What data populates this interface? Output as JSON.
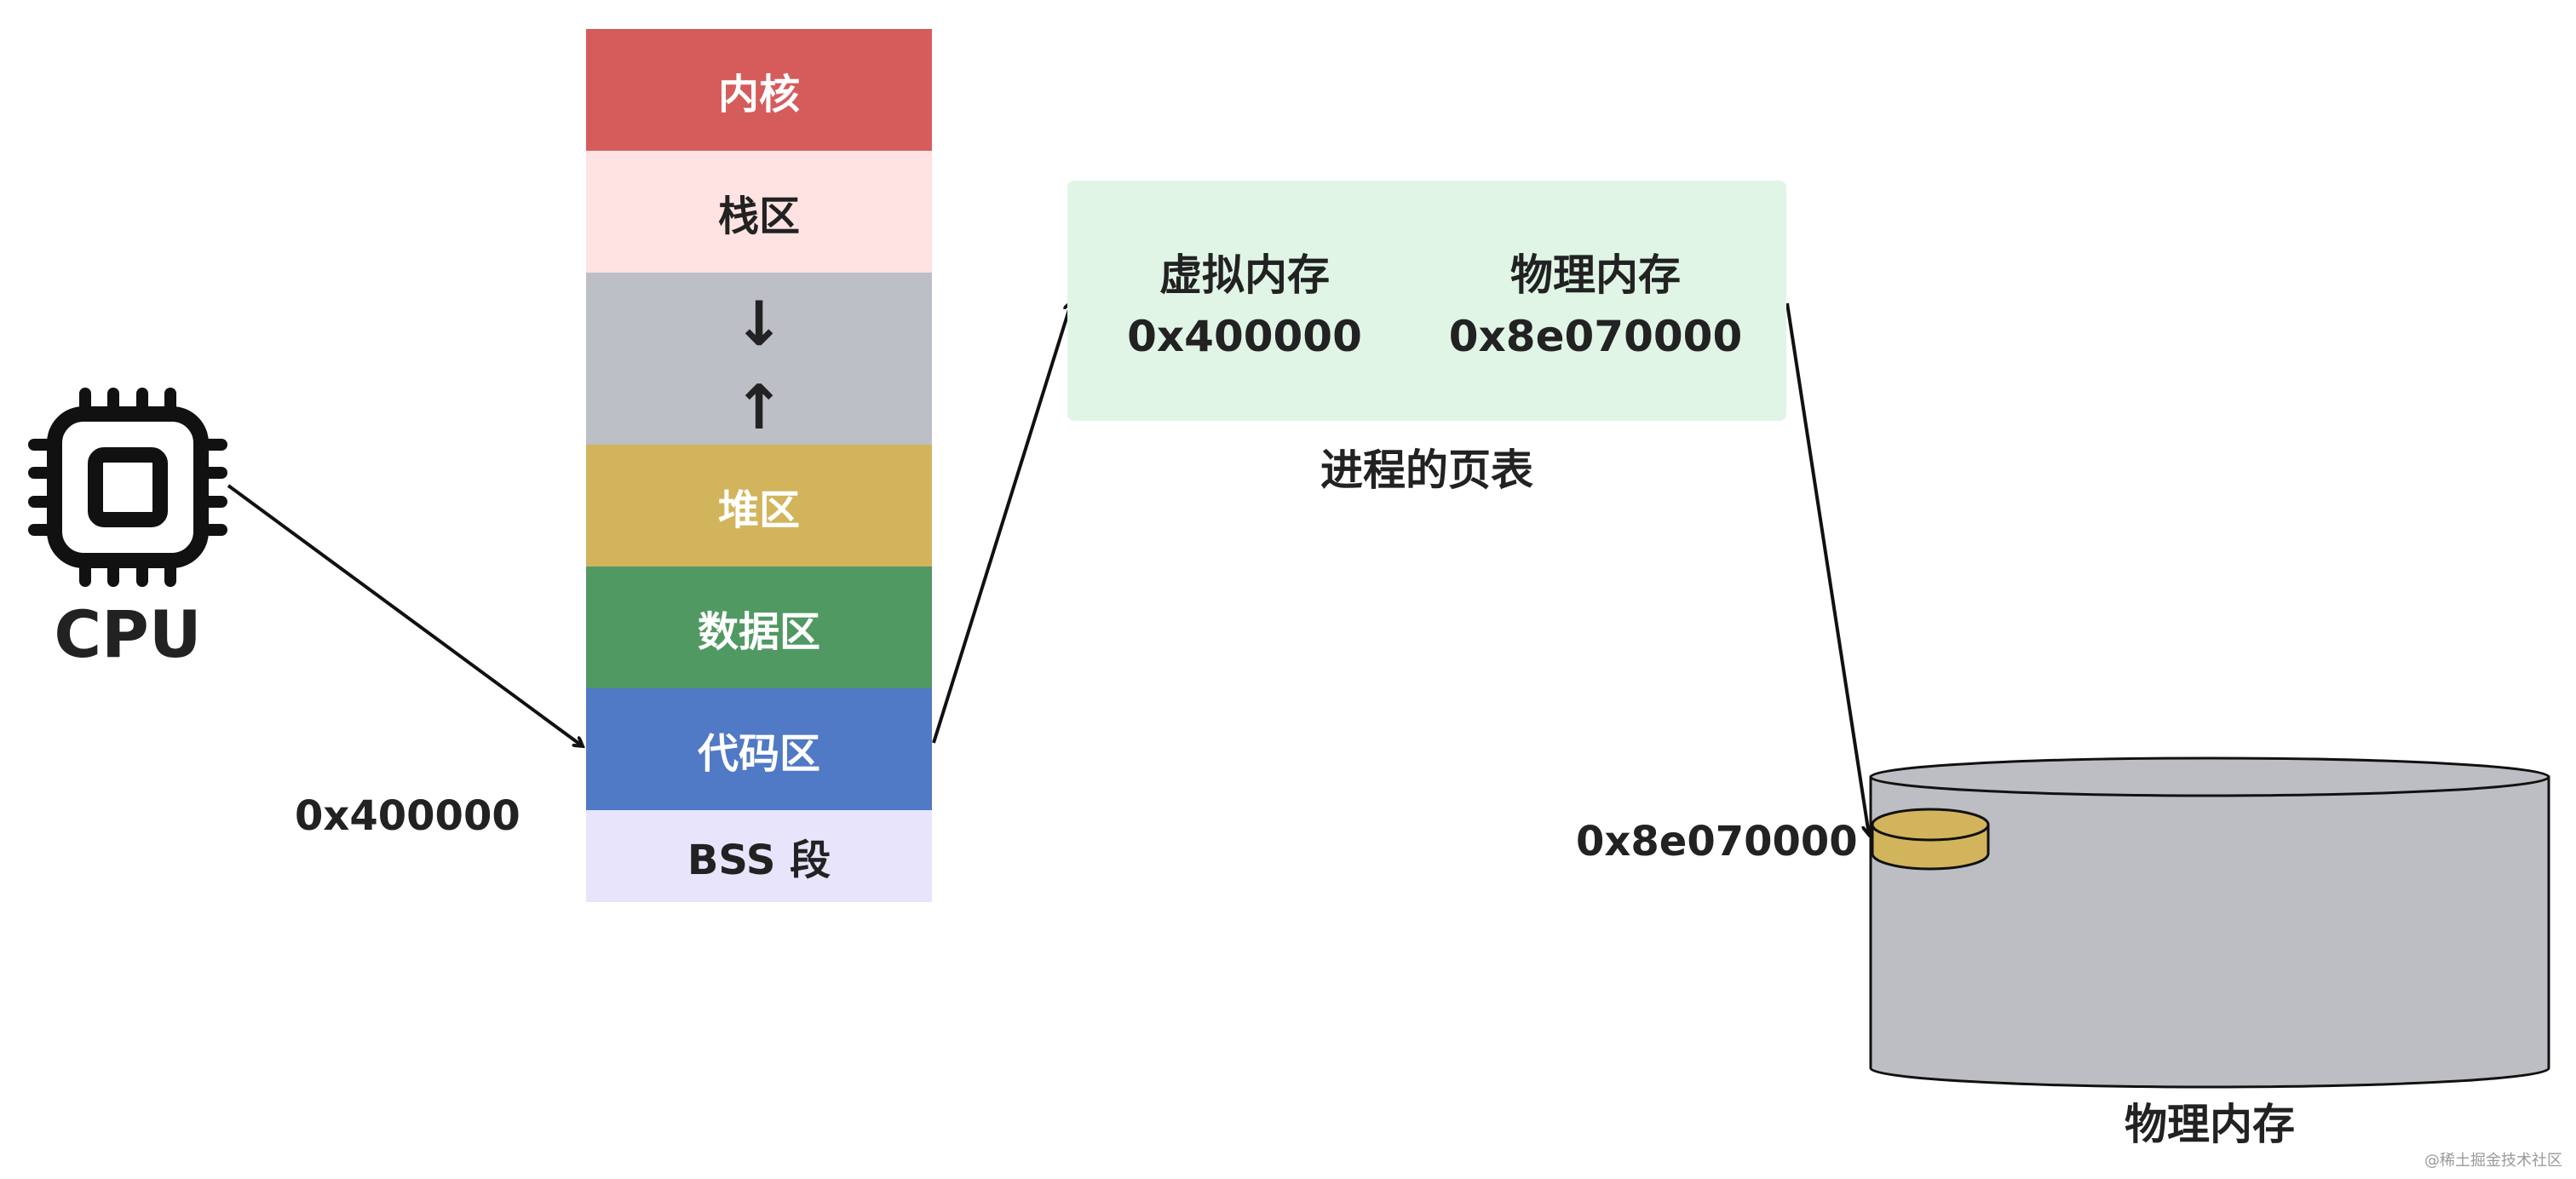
{
  "cpu": {
    "label": "CPU",
    "icon": "cpu-chip-icon"
  },
  "memory_segments": [
    {
      "name": "kernel",
      "label": "内核",
      "color": "#D65C5C",
      "text_color": "#ffffff"
    },
    {
      "name": "stack",
      "label": "栈区",
      "color": "#FFE3E3",
      "text_color": "#222222"
    },
    {
      "name": "gap",
      "label": "",
      "color": "#BCBFC5",
      "text_color": "#222222",
      "arrow_down": "↓",
      "arrow_up": "↑"
    },
    {
      "name": "heap",
      "label": "堆区",
      "color": "#D2B45C",
      "text_color": "#ffffff"
    },
    {
      "name": "data",
      "label": "数据区",
      "color": "#519963",
      "text_color": "#ffffff"
    },
    {
      "name": "code",
      "label": "代码区",
      "color": "#5079C6",
      "text_color": "#ffffff"
    },
    {
      "name": "bss",
      "label": "BSS 段",
      "color": "#E8E4FB",
      "text_color": "#222222"
    }
  ],
  "virtual_address": "0x400000",
  "page_table": {
    "caption": "进程的页表",
    "background": "#E0F5E6",
    "virtual": {
      "header": "虚拟内存",
      "value": "0x400000"
    },
    "physical": {
      "header": "物理内存",
      "value": "0x8e070000"
    }
  },
  "physical_memory": {
    "label": "物理内存",
    "address": "0x8e070000",
    "disk_color": "#BCBEC3",
    "block_color": "#D2B45C"
  },
  "watermark": "@稀土掘金技术社区"
}
